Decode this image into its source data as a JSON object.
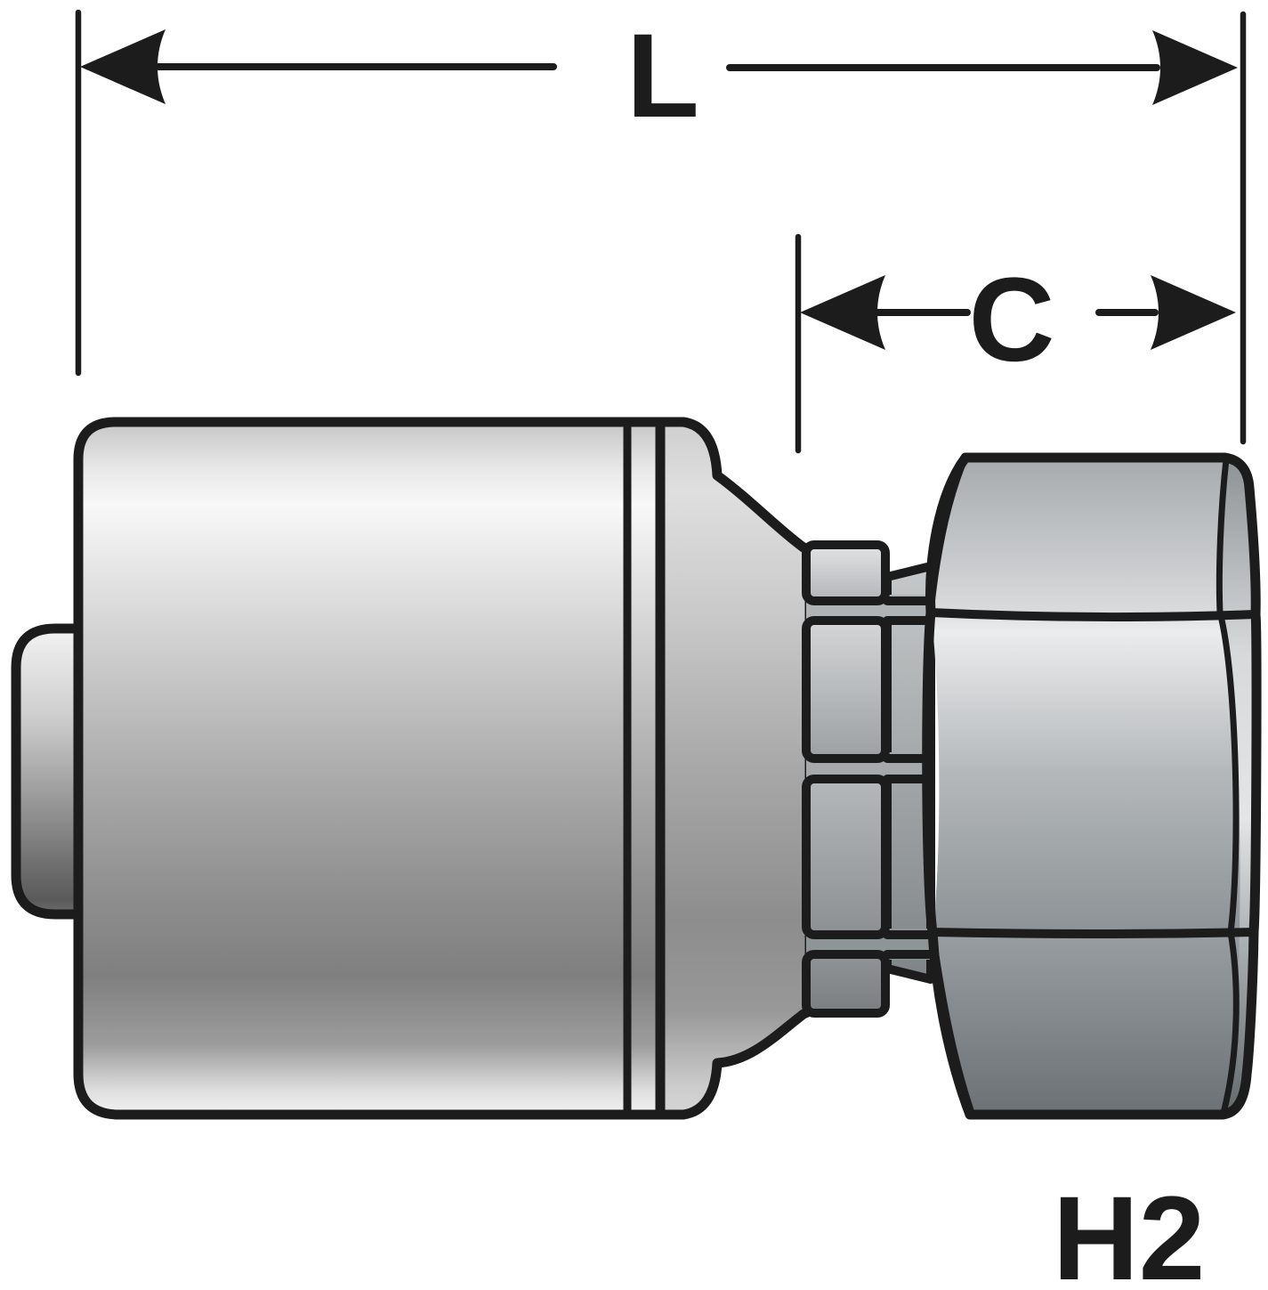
{
  "dimensions": {
    "l_label": "L",
    "c_label": "C"
  },
  "part_label": "H2",
  "colors": {
    "background": "#ffffff",
    "line": "#1c1c1c",
    "metal_highlight": "#f8f8f8",
    "metal_light": "#d4d4d4",
    "metal_mid": "#adadad",
    "metal_dark": "#7f7f7f",
    "nut_light": "#ebeced",
    "nut_dark": "#6b7174"
  }
}
